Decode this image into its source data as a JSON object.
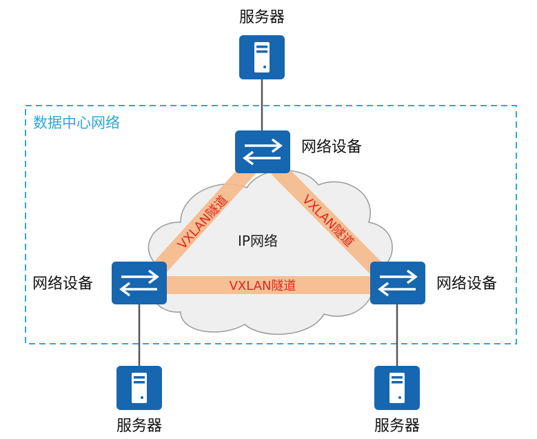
{
  "data_center": {
    "title": "数据中心网络"
  },
  "ip_network": {
    "label": "IP网络"
  },
  "devices": {
    "top": {
      "label": "网络设备"
    },
    "left": {
      "label": "网络设备"
    },
    "right": {
      "label": "网络设备"
    }
  },
  "servers": {
    "top": {
      "label": "服务器"
    },
    "left": {
      "label": "服务器"
    },
    "right": {
      "label": "服务器"
    }
  },
  "tunnels": {
    "left": {
      "label": "VXLAN隧道"
    },
    "right": {
      "label": "VXLAN隧道"
    },
    "bottom": {
      "label": "VXLAN隧道"
    }
  },
  "colors": {
    "dashed_border": "#2aa7dd",
    "device_blue": "#1766b0",
    "tunnel_orange": "#f6b98a",
    "tunnel_text": "#e0281c",
    "cloud_fill": "#efefef",
    "cloud_stroke": "#9a9a9a"
  }
}
